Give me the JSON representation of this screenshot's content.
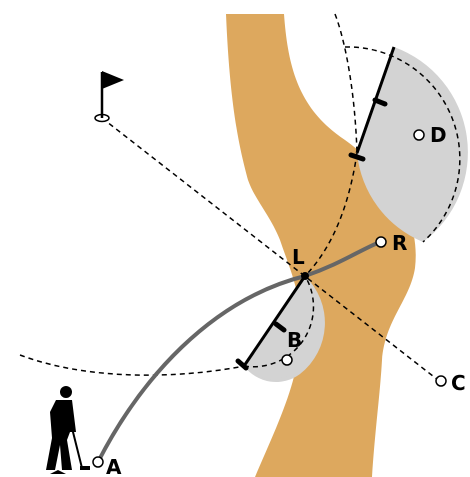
{
  "diagram": {
    "labels": {
      "A": "A",
      "B": "B",
      "C": "C",
      "D": "D",
      "L": "L",
      "R": "R"
    },
    "colors": {
      "hazard": "#DDA85E",
      "relief_zone": "#D3D3D3",
      "ball_path": "#666666",
      "lines": "#000000",
      "background": "#FFFFFF"
    },
    "icons": [
      "flagstick-icon",
      "golfer-icon"
    ]
  }
}
